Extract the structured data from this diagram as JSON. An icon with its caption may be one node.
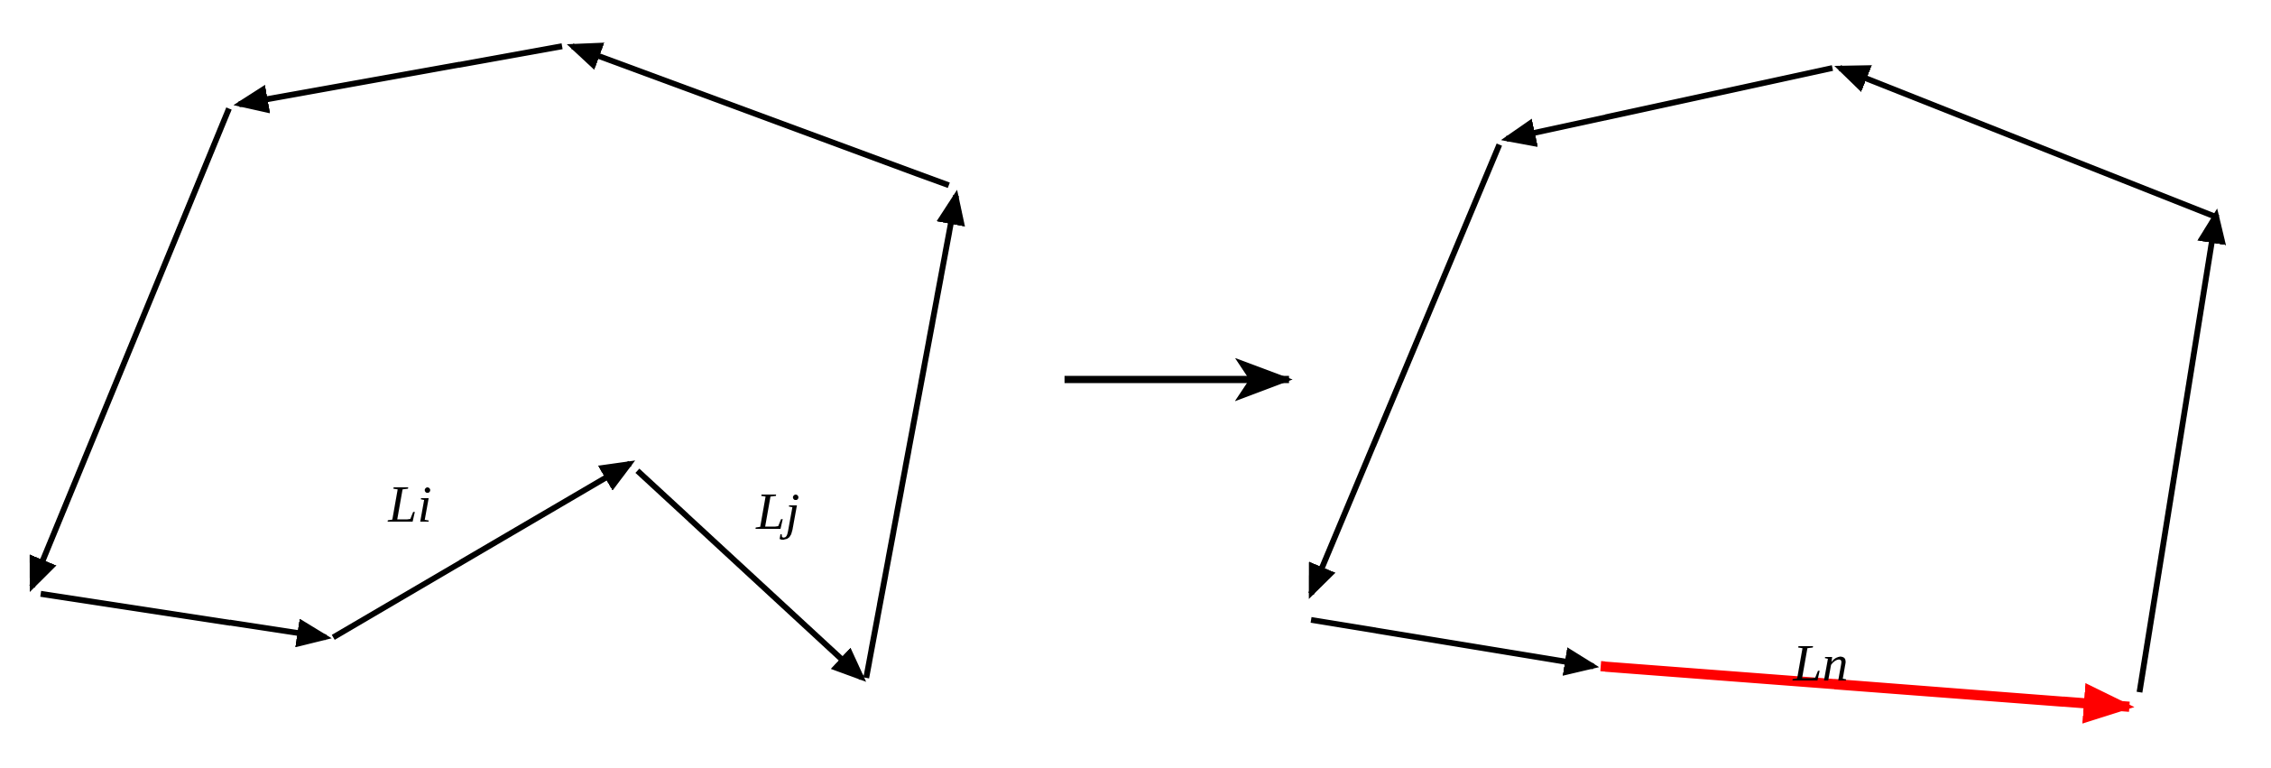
{
  "diagram": {
    "nodes": [
      {
        "text": [],
        "shape": "picture"
      },
      {
        "text": [],
        "shape": "picture"
      }
    ],
    "edges": [
      {
        "from": 0,
        "to": 1,
        "arrow": "to"
      }
    ],
    "labels": [
      "Li",
      "Lj",
      "Ln"
    ]
  }
}
